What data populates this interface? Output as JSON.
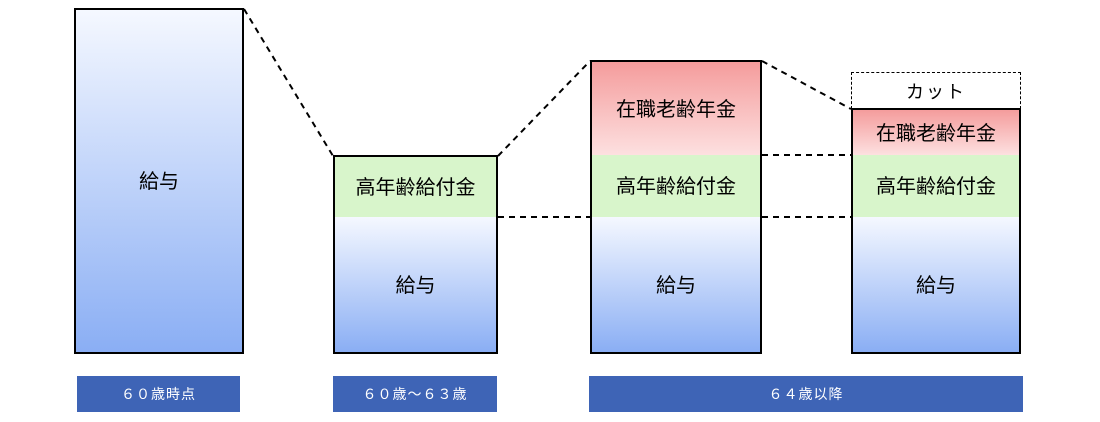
{
  "columns": [
    {
      "salary": "給与"
    },
    {
      "benefit": "高年齢給付金",
      "salary": "給与"
    },
    {
      "pension": "在職老齢年金",
      "benefit": "高年齢給付金",
      "salary": "給与"
    },
    {
      "cut": "カット",
      "pension": "在職老齢年金",
      "benefit": "高年齢給付金",
      "salary": "給与"
    }
  ],
  "periods": [
    "６０歳時点",
    "６０歳～６３歳",
    "６４歳以降"
  ],
  "colors": {
    "salary_top": "#f5f8ff",
    "salary_bottom": "#8aaef4",
    "benefit": "#d8f5cb",
    "pension_top": "#f49c9c",
    "pension_bottom": "#fde0e0",
    "period_label_bg": "#3e64b6",
    "period_label_text": "#ffffff"
  }
}
